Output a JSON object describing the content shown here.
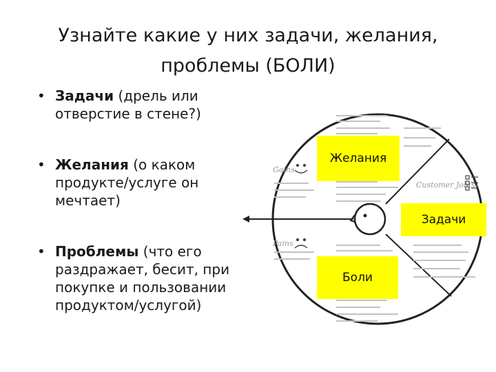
{
  "slide": {
    "title_line1": "Узнайте какие у них задачи, желания,",
    "title_line2": "проблемы (БОЛИ)"
  },
  "bullets": [
    {
      "term": "Задачи",
      "rest_l1": " (дрель или",
      "rest_l2": "отверстие в стене?)"
    },
    {
      "term": "Желания",
      "rest_l1": " (о каком",
      "rest_l2": "продукте/услуге он",
      "rest_l3": "мечтает)"
    },
    {
      "term": "Проблемы",
      "rest_l1": " (что его",
      "rest_l2": "раздражает, бесит, при",
      "rest_l3": "покупке и пользовании",
      "rest_l4": "продуктом/услугой)"
    }
  ],
  "diagram": {
    "labels": {
      "wants": "Желания",
      "tasks": "Задачи",
      "pains": "Боли"
    },
    "handwritten": {
      "gains": "Gains",
      "pains": "Pains",
      "jobs": "Customer Job(s)"
    },
    "colors": {
      "highlight": "#ffff00",
      "line": "#222222",
      "faint_text": "#b0b0b0"
    }
  }
}
